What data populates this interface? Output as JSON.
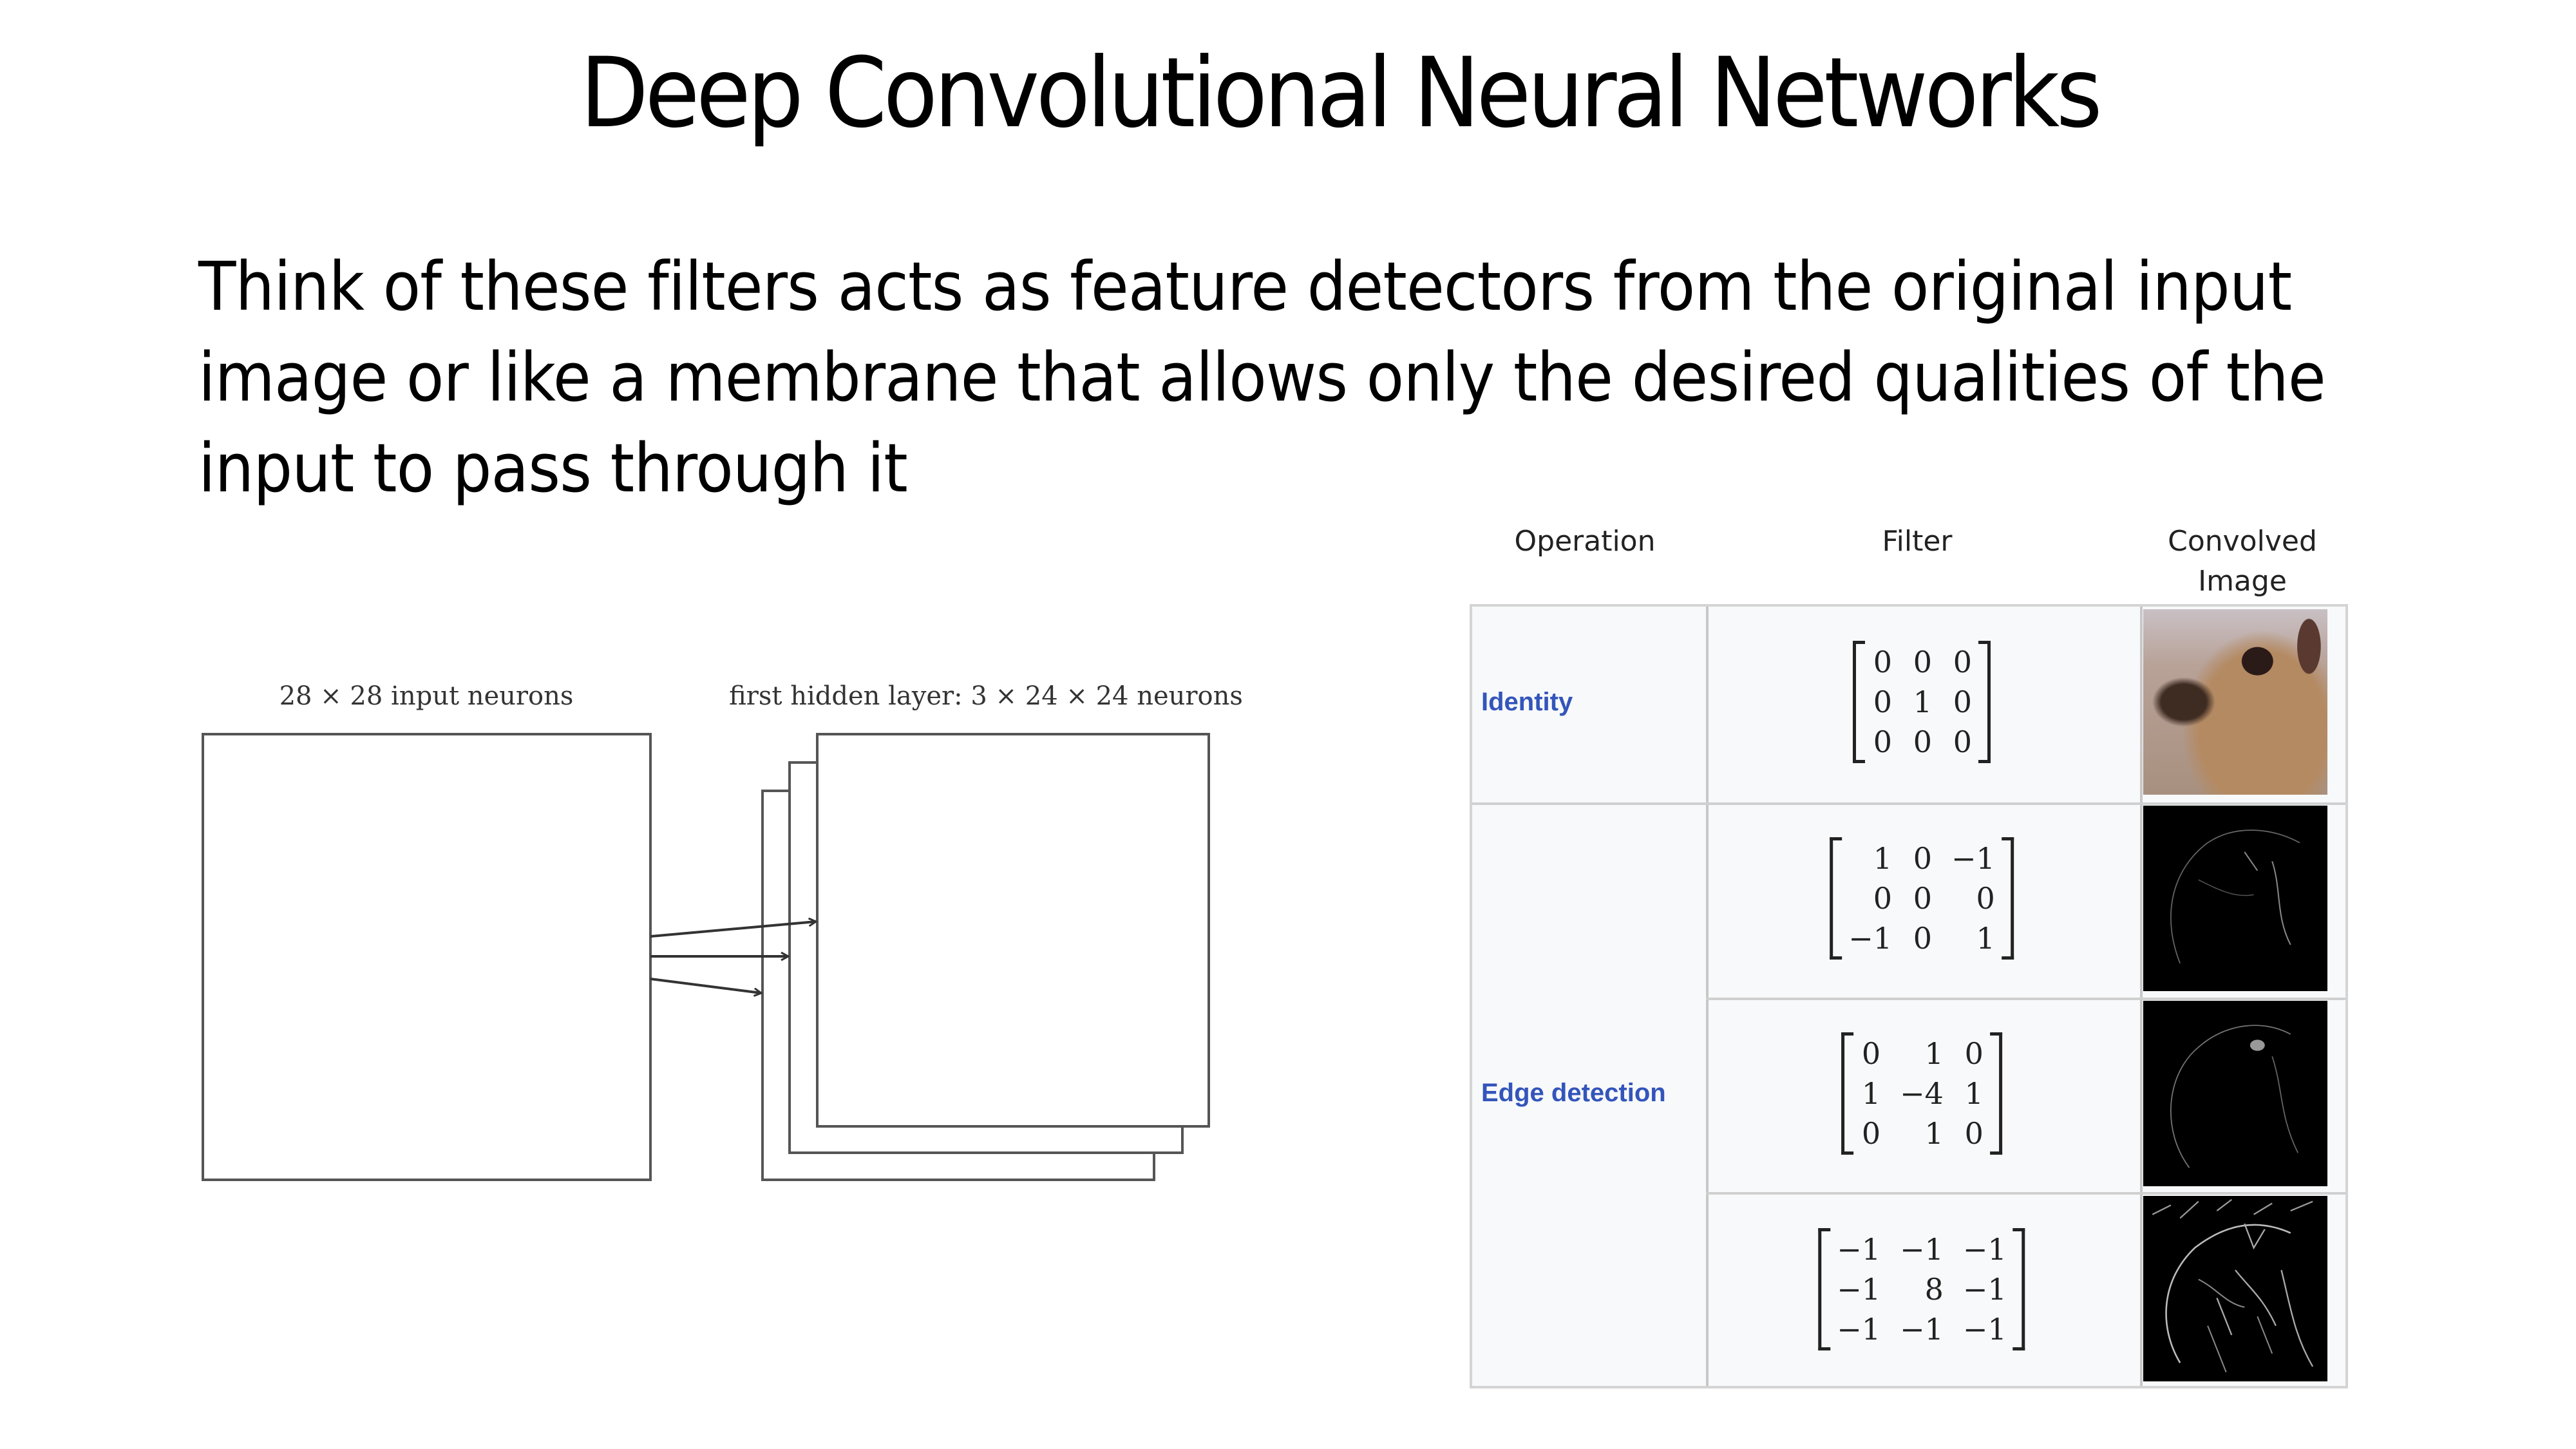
{
  "slide": {
    "title": "Deep Convolutional Neural Networks",
    "body_lines": [
      "Think of these filters acts as feature detectors from the original input",
      "image or like a membrane that allows only the desired qualities of the",
      "input to pass through it"
    ]
  },
  "diagram": {
    "input_label": "28 × 28 input neurons",
    "hidden_label": "first hidden layer: 3 × 24 × 24 neurons",
    "feature_map_count": 3
  },
  "filter_table": {
    "headers": [
      "Operation",
      "Filter",
      "Convolved\nImage"
    ],
    "header_operation": "Operation",
    "header_filter": "Filter",
    "header_image_line1": "Convolved",
    "header_image_line2": "Image",
    "link_color": "#3355bb",
    "operations": [
      {
        "label": "Identity",
        "rows": [
          0
        ]
      },
      {
        "label": "Edge detection",
        "rows": [
          1,
          2,
          3
        ]
      }
    ],
    "rows": [
      {
        "operation": "Identity",
        "matrix": [
          [
            "0",
            "0",
            "0"
          ],
          [
            "0",
            "1",
            "0"
          ],
          [
            "0",
            "0",
            "0"
          ]
        ],
        "image": "original color image (camel head)"
      },
      {
        "operation": "Edge detection",
        "matrix": [
          [
            "1",
            "0",
            "−1"
          ],
          [
            "0",
            "0",
            "0"
          ],
          [
            "−1",
            "0",
            "1"
          ]
        ],
        "image": "edge-detected image (faint edges)"
      },
      {
        "operation": "Edge detection",
        "matrix": [
          [
            "0",
            "1",
            "0"
          ],
          [
            "1",
            "−4",
            "1"
          ],
          [
            "0",
            "1",
            "0"
          ]
        ],
        "image": "edge-detected image (laplacian)"
      },
      {
        "operation": "Edge detection",
        "matrix": [
          [
            "−1",
            "−1",
            "−1"
          ],
          [
            "−1",
            "8",
            "−1"
          ],
          [
            "−1",
            "−1",
            "−1"
          ]
        ],
        "image": "edge-detected image (strong edges)"
      }
    ]
  }
}
